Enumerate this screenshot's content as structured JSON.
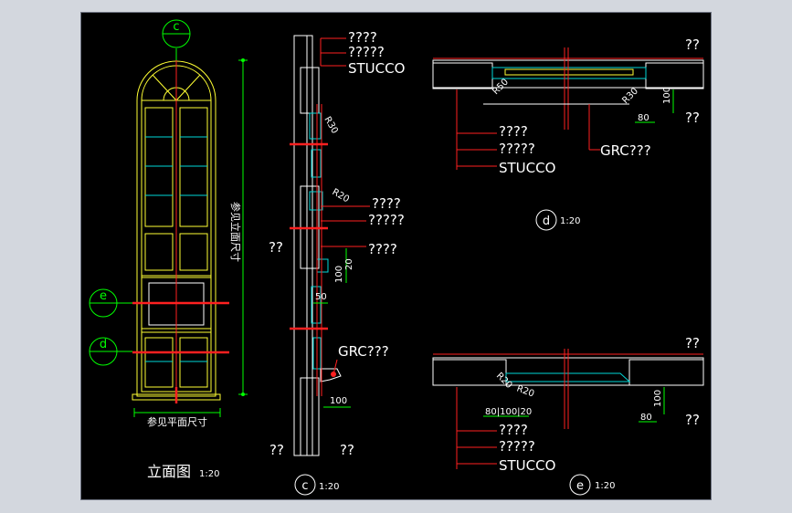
{
  "elevation": {
    "title": "立面图",
    "scale": "1:20",
    "marker_top": "c",
    "marker_e": "e",
    "marker_d": "d",
    "side_note": "参见立面尺寸",
    "bottom_note": "参见平面尺寸"
  },
  "section_c": {
    "marker": "c",
    "scale": "1:20",
    "top_labels": [
      "????",
      "?????",
      "STUCCO"
    ],
    "r30": "R30",
    "r20": "R20",
    "mid_labels": [
      "????",
      "?????",
      "????"
    ],
    "left_q": "??",
    "dims": {
      "d100": "100",
      "d20": "20",
      "d50": "50",
      "dbot": "100"
    },
    "grc": "GRC???",
    "bottom_left_q": "??",
    "bottom_right_q": "??"
  },
  "section_d": {
    "marker": "d",
    "scale": "1:20",
    "top_q": "??",
    "right_q": "??",
    "r50": "R50",
    "r30": "R30",
    "dim100": "100",
    "dim80": "80",
    "labels": [
      "????",
      "?????",
      "STUCCO"
    ],
    "grc": "GRC???"
  },
  "section_e": {
    "marker": "e",
    "scale": "1:20",
    "top_q": "??",
    "right_q": "??",
    "r20a": "R20",
    "r20b": "R20",
    "dim100": "100",
    "dim80": "80",
    "dims_left": "80|100|20",
    "labels": [
      "????",
      "?????",
      "STUCCO"
    ]
  }
}
